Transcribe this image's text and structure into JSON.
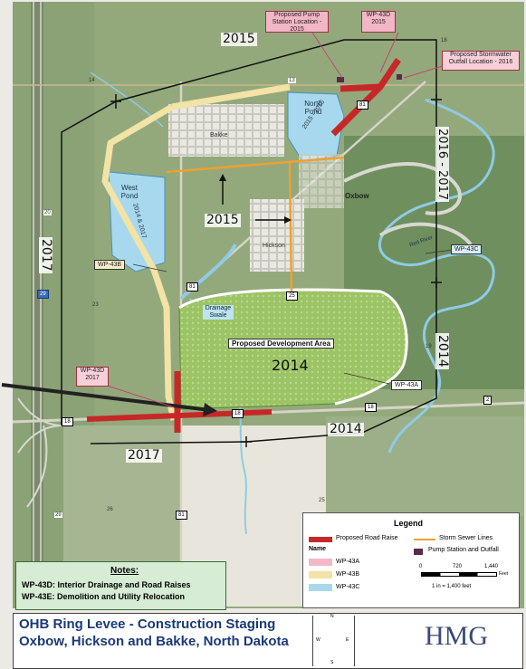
{
  "map": {
    "background_color": "#9db184",
    "water_color": "#a8d8ee",
    "levee_2014_color": "#ffffff",
    "road_raise_color": "#c62828",
    "storm_sewer_color": "#f0a030",
    "wp43b_color": "#f3e3a6"
  },
  "callouts": {
    "pump_station": "Proposed Pump Station Location - 2015",
    "wp43d_top": "WP-43D 2015",
    "stormwater_outfall": "Proposed Stormwater Outfall Location - 2016",
    "wp43d_left": "WP-43D 2017"
  },
  "areas": {
    "north_pond": "North Pond",
    "north_pond_years": "2015 - 2016",
    "west_pond": "West Pond",
    "west_pond_years": "2014 & 2017",
    "drainage_swale": "Drainage Swale",
    "development_area": "Proposed Development Area",
    "town_bakke": "Bakke",
    "town_hickson": "Hickson",
    "town_oxbow": "Oxbow",
    "river": "Red River"
  },
  "years": {
    "top": "2015",
    "left": "2017",
    "middle": "2015",
    "right_upper": "2016 - 2017",
    "development": "2014",
    "right_lower": "2014",
    "bottom_right": "2014",
    "bottom_left": "2017"
  },
  "workpackages": {
    "wp43b": "WP-43B",
    "wp43c": "WP-43C",
    "wp43a": "WP-43A"
  },
  "road_numbers": {
    "r81_top": "81",
    "r81_mid": "81",
    "r81_bottom": "81",
    "r25": "25",
    "r18_right": "18",
    "r18_left": "18",
    "r18_center": "18",
    "r2": "2",
    "i29": "29"
  },
  "sections": {
    "s13": "13",
    "s14": "14",
    "s18": "18",
    "s19": "19",
    "s20": "20",
    "s23": "23",
    "s25": "25",
    "s26": "26",
    "s29": "29"
  },
  "legend": {
    "title": "Legend",
    "road_raise": "Proposed Road Raise",
    "storm_sewer": "Storm Sewer Lines",
    "name_header": "Name",
    "pump_station": "Pump Station and Outfall",
    "wp43a": "WP-43A",
    "wp43b": "WP-43B",
    "wp43c": "WP-43C",
    "scale_0": "0",
    "scale_mid": "720",
    "scale_max": "1,440",
    "scale_unit": "Feet",
    "scale_ratio": "1 in = 1,400 feet"
  },
  "notes": {
    "title": "Notes:",
    "line1": "WP-43D: Interior Drainage and Road Raises",
    "line2": "WP-43E: Demolition and Utility Relocation"
  },
  "title_block": {
    "line1": "OHB Ring Levee - Construction Staging",
    "line2": "Oxbow, Hickson and Bakke, North Dakota",
    "logo_text": "HMG",
    "compass_n": "N",
    "compass_s": "S",
    "compass_e": "E",
    "compass_w": "W"
  }
}
